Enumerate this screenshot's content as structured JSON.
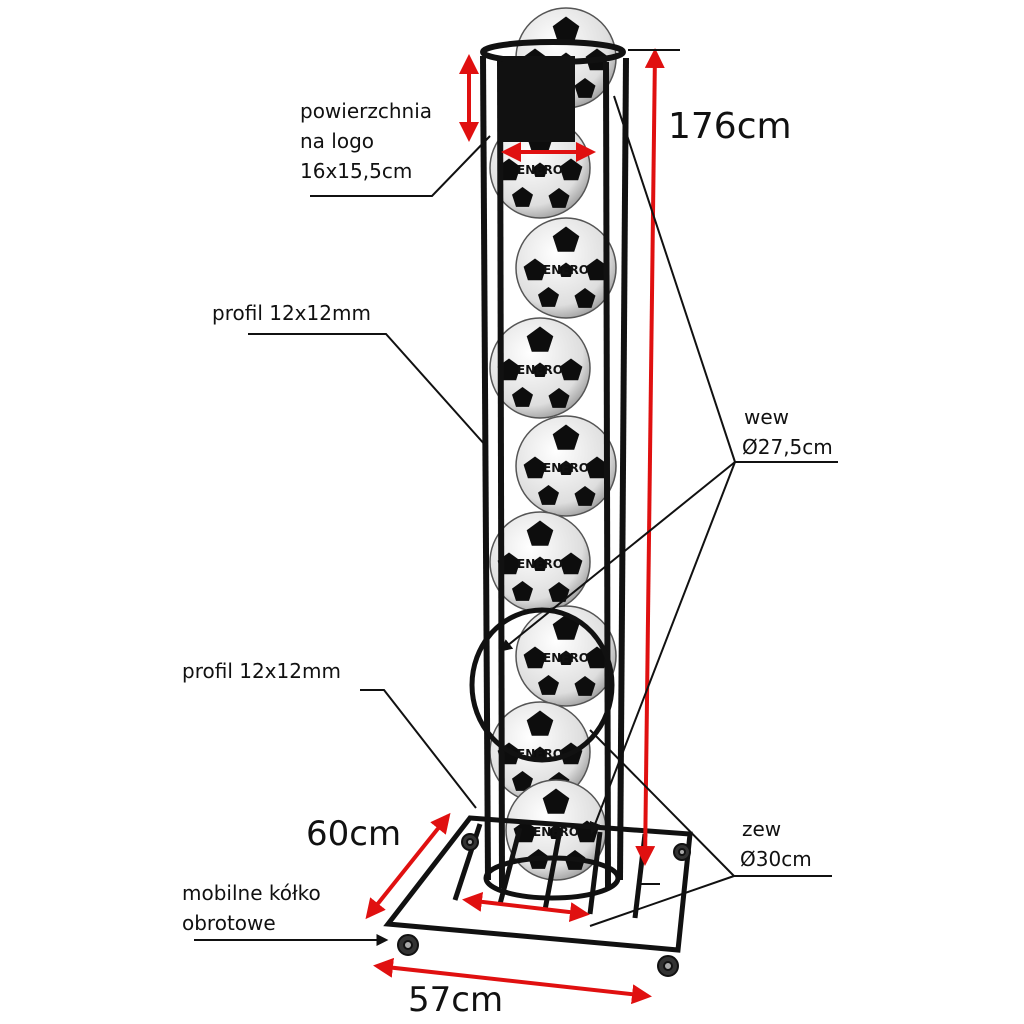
{
  "labels": {
    "logo_area": [
      "powierzchnia",
      "na logo",
      "16x15,5cm"
    ],
    "height": "176cm",
    "profile_top": "profil 12x12mm",
    "profile_bottom": "profil 12x12mm",
    "inner_diameter": [
      "wew",
      "Ø27,5cm"
    ],
    "outer_diameter": [
      "zew",
      "Ø30cm"
    ],
    "depth": "60cm",
    "width": "57cm",
    "wheel": [
      "mobilne kółko",
      "obrotowe"
    ]
  },
  "ball_brand": "ENERO",
  "ball_count": 9,
  "colors": {
    "frame": "#111111",
    "arrow": "#e01010",
    "leader": "#111111",
    "ball_white": "#f2f2f2",
    "ball_black": "#0d0d0d"
  }
}
